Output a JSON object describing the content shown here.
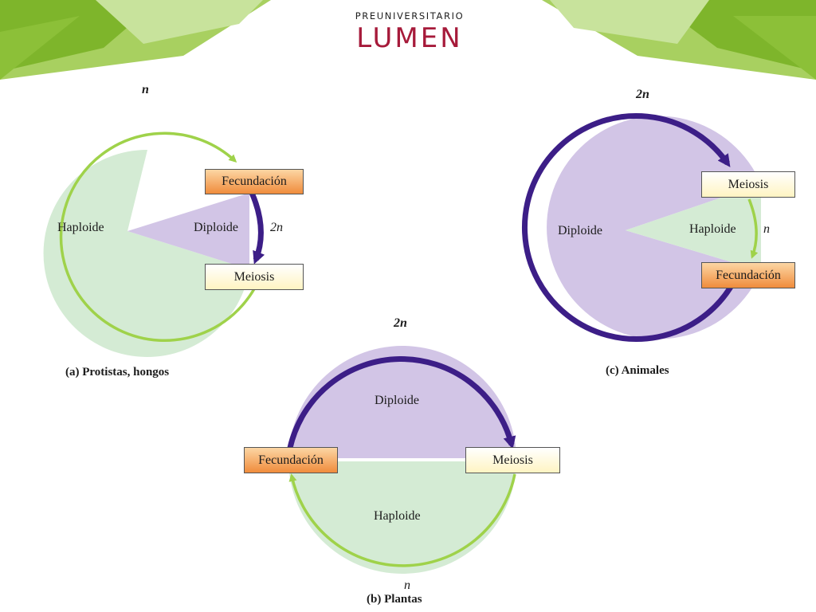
{
  "logo": {
    "top": "PREUNIVERSITARIO",
    "main": "LUMEN"
  },
  "colors": {
    "haploid_fill": "#d4ebd4",
    "diploid_fill": "#d2c5e6",
    "haploid_stroke": "#9fd24a",
    "diploid_stroke": "#3c1e87",
    "banner_green_light": "#a8d060",
    "banner_green_dark": "#7eb52b"
  },
  "panels": {
    "a": {
      "ploidy_top": "n",
      "fertilization_label": "Fecundación",
      "meiosis_label": "Meiosis",
      "haploid_label": "Haploide",
      "diploid_label": "Diploide",
      "ploidy_side": "2n",
      "caption": "(a) Protistas, hongos"
    },
    "b": {
      "ploidy_top": "2n",
      "ploidy_bottom": "n",
      "fertilization_label": "Fecundación",
      "meiosis_label": "Meiosis",
      "haploid_label": "Haploide",
      "diploid_label": "Diploide",
      "caption": "(b) Plantas"
    },
    "c": {
      "ploidy_top": "2n",
      "ploidy_side": "n",
      "fertilization_label": "Fecundación",
      "meiosis_label": "Meiosis",
      "haploid_label": "Haploide",
      "diploid_label": "Diploide",
      "caption": "(c) Animales"
    }
  }
}
